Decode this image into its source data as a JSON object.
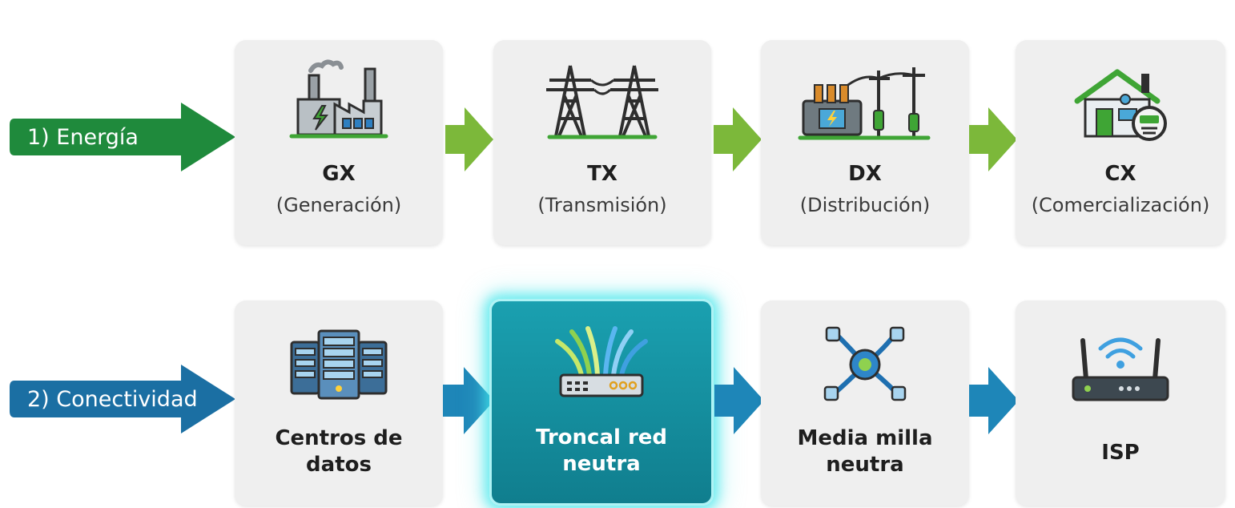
{
  "rows": {
    "energia": {
      "label": "1) Energía",
      "steps": [
        {
          "code": "GX",
          "name": "(Generación)",
          "icon": "power-plant-icon"
        },
        {
          "code": "TX",
          "name": "(Transmisión)",
          "icon": "transmission-tower-icon"
        },
        {
          "code": "DX",
          "name": "(Distribución)",
          "icon": "distribution-transformer-icon"
        },
        {
          "code": "CX",
          "name": "(Comercialización)",
          "icon": "house-meter-icon"
        }
      ]
    },
    "conectividad": {
      "label": "2) Conectividad",
      "steps": [
        {
          "line1": "Centros de",
          "line2": "datos",
          "icon": "data-center-icon"
        },
        {
          "line1": "Troncal red",
          "line2": "neutra",
          "icon": "fiber-switch-icon",
          "highlighted": true
        },
        {
          "line1": "Media milla",
          "line2": "neutra",
          "icon": "network-cables-icon"
        },
        {
          "line1": "ISP",
          "line2": "",
          "icon": "wifi-router-icon"
        }
      ]
    }
  },
  "colors": {
    "energia_label": "#1f8a3c",
    "energia_arrow": "#7cb83a",
    "conectividad_label": "#1b6fa3",
    "conectividad_arrow": "#1e86b8",
    "card_bg": "#efefef",
    "highlight_bg": "#138c9c",
    "highlight_glow": "#3ce6eb"
  }
}
